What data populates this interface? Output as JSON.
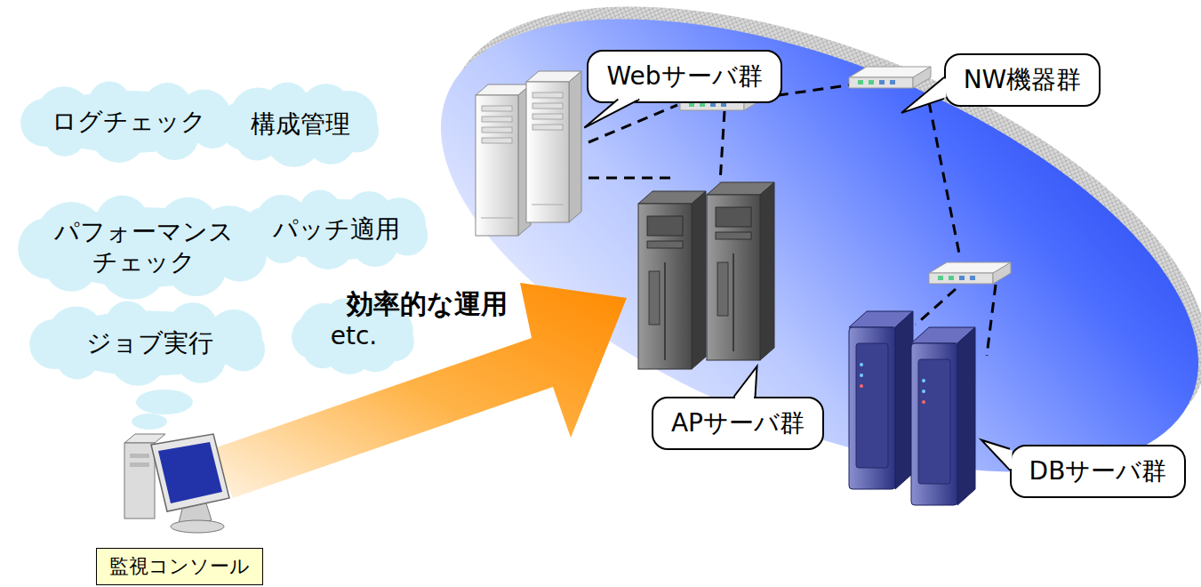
{
  "diagram": {
    "nodes": [
      {
        "text": [
          "ログチェック"
        ]
      },
      {
        "text": [
          "構成管理"
        ]
      },
      {
        "text": [
          "パフォーマンス チェック"
        ]
      },
      {
        "text": [
          "パッチ適用"
        ]
      },
      {
        "text": [
          "ジョブ実行"
        ]
      },
      {
        "text": [
          "etc."
        ]
      },
      {
        "text": [
          "Webサーバ群"
        ]
      },
      {
        "text": [
          "NW機器群"
        ]
      },
      {
        "text": [
          "APサーバ群"
        ]
      },
      {
        "text": [
          "DBサーバ群"
        ]
      },
      {
        "text": [
          "監視コンソール"
        ]
      }
    ],
    "labels": [
      "効率的な運用"
    ]
  }
}
